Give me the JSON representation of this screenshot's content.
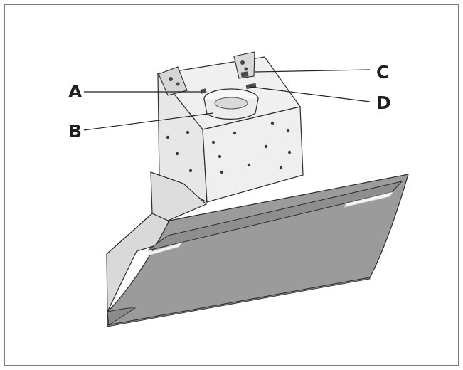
{
  "labels": {
    "a": "A",
    "b": "B",
    "c": "C",
    "d": "D"
  },
  "colors": {
    "frame_border": "#7a7a7a",
    "body_fill": "#eeeeee",
    "side_fill": "#dfdfdf",
    "glass_fill": "#9b9b9b",
    "glass_dark": "#8b8b8b",
    "outline": "#2c2c2c",
    "leader": "#1f1f1f"
  }
}
